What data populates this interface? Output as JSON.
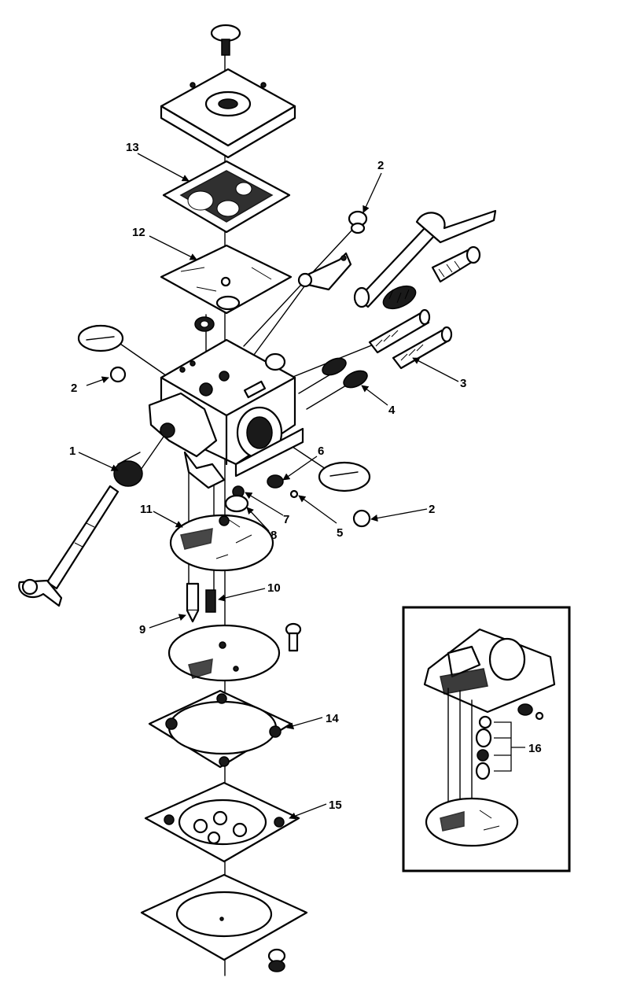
{
  "diagram": {
    "callouts": [
      {
        "id": "c1",
        "label": "1"
      },
      {
        "id": "c2a",
        "label": "2"
      },
      {
        "id": "c2b",
        "label": "2"
      },
      {
        "id": "c2c",
        "label": "2"
      },
      {
        "id": "c3",
        "label": "3"
      },
      {
        "id": "c4",
        "label": "4"
      },
      {
        "id": "c5",
        "label": "5"
      },
      {
        "id": "c6",
        "label": "6"
      },
      {
        "id": "c7",
        "label": "7"
      },
      {
        "id": "c8",
        "label": "8"
      },
      {
        "id": "c9",
        "label": "9"
      },
      {
        "id": "c10",
        "label": "10"
      },
      {
        "id": "c11",
        "label": "11"
      },
      {
        "id": "c12",
        "label": "12"
      },
      {
        "id": "c13",
        "label": "13"
      },
      {
        "id": "c14",
        "label": "14"
      },
      {
        "id": "c15",
        "label": "15"
      },
      {
        "id": "c16",
        "label": "16"
      }
    ]
  }
}
